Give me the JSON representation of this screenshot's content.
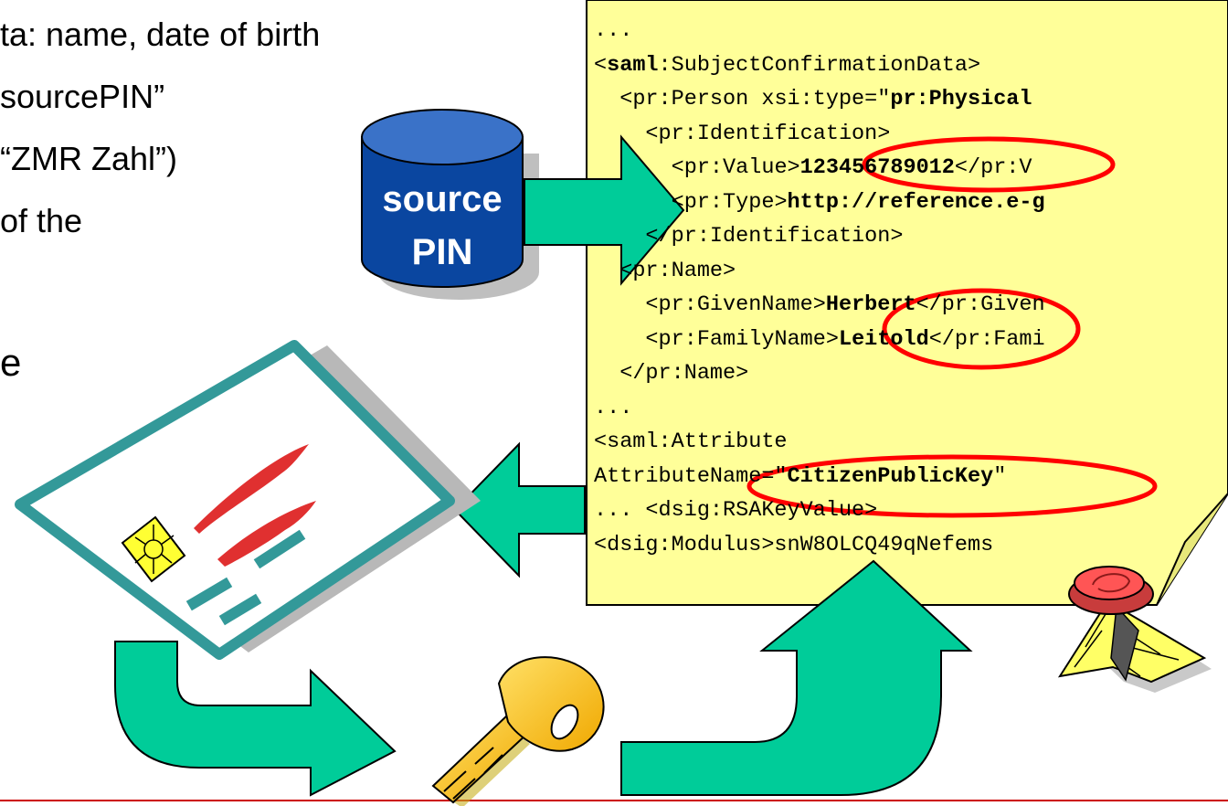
{
  "bullets": [
    "ta: name, date of birth",
    "sourcePIN”",
    "“ZMR Zahl”)",
    "of the",
    "e"
  ],
  "database": {
    "line1": "source",
    "line2": "PIN"
  },
  "xml": {
    "lines": [
      {
        "indent": "",
        "segments": [
          {
            "t": "..."
          }
        ]
      },
      {
        "indent": "",
        "segments": [
          {
            "t": "<"
          },
          {
            "t": "saml",
            "b": true
          },
          {
            "t": ":SubjectConfirmationData>"
          }
        ]
      },
      {
        "indent": "  ",
        "segments": [
          {
            "t": "<pr:Person xsi:type=\""
          },
          {
            "t": "pr:Physical",
            "b": true
          }
        ]
      },
      {
        "indent": "    ",
        "segments": [
          {
            "t": "<pr:Identification>"
          }
        ]
      },
      {
        "indent": "      ",
        "segments": [
          {
            "t": "<pr:Value>"
          },
          {
            "t": "123456789012",
            "b": true
          },
          {
            "t": "</pr:V"
          }
        ]
      },
      {
        "indent": "      ",
        "segments": [
          {
            "t": "<pr:Type>"
          },
          {
            "t": "http://reference.e-g",
            "b": true
          }
        ]
      },
      {
        "indent": "    ",
        "segments": [
          {
            "t": "</pr:Identification>"
          }
        ]
      },
      {
        "indent": "  ",
        "segments": [
          {
            "t": "<pr:Name>"
          }
        ]
      },
      {
        "indent": "    ",
        "segments": [
          {
            "t": "<pr:GivenName>"
          },
          {
            "t": "Herbert",
            "b": true
          },
          {
            "t": "</pr:Given"
          }
        ]
      },
      {
        "indent": "    ",
        "segments": [
          {
            "t": "<pr:FamilyName>"
          },
          {
            "t": "Leitold",
            "b": true
          },
          {
            "t": "</pr:Fami"
          }
        ]
      },
      {
        "indent": "  ",
        "segments": [
          {
            "t": "</pr:Name>"
          }
        ]
      },
      {
        "indent": "",
        "segments": [
          {
            "t": "..."
          }
        ]
      },
      {
        "indent": "",
        "segments": [
          {
            "t": "<saml:Attribute"
          }
        ]
      },
      {
        "indent": "",
        "segments": [
          {
            "t": "AttributeName=\""
          },
          {
            "t": "CitizenPublicKey",
            "b": true
          },
          {
            "t": "\""
          }
        ]
      },
      {
        "indent": "",
        "segments": [
          {
            "t": "... <dsig:RSAKeyValue>"
          }
        ]
      },
      {
        "indent": "",
        "segments": [
          {
            "t": "<dsig:Modulus>snW8OLCQ49qNefems"
          }
        ]
      }
    ]
  },
  "colors": {
    "note_fill": "#ffff99",
    "arrow_fill": "#00cc99",
    "db_fill": "#0a46a0",
    "highlight_ring": "#ff0000",
    "card_border": "#339999",
    "card_shadow": "#b5b5b5",
    "emblem": "#e03030",
    "chip": "#ffff33",
    "key": "#ffcc33",
    "footer_rule": "#cc0000"
  },
  "icons": [
    "database-icon",
    "smart-card-icon",
    "key-icon",
    "seal-icon",
    "right-arrow-icon",
    "left-arrow-icon",
    "u-turn-arrow-icon",
    "up-turn-arrow-icon"
  ]
}
